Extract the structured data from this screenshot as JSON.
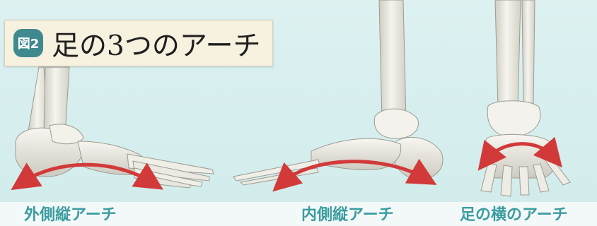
{
  "figure": {
    "badge": "図2",
    "title": "足の3つのアーチ"
  },
  "captions": {
    "lateral": "外側縦アーチ",
    "medial": "内側縦アーチ",
    "transverse": "足の横のアーチ"
  },
  "colors": {
    "background": "#d6eeee",
    "title_box": "#f7f1df",
    "badge": "#3f8a8e",
    "caption_text": "#3a9ca0",
    "arch_arrow": "#d23a3a",
    "bone": "#f1f0e9"
  }
}
